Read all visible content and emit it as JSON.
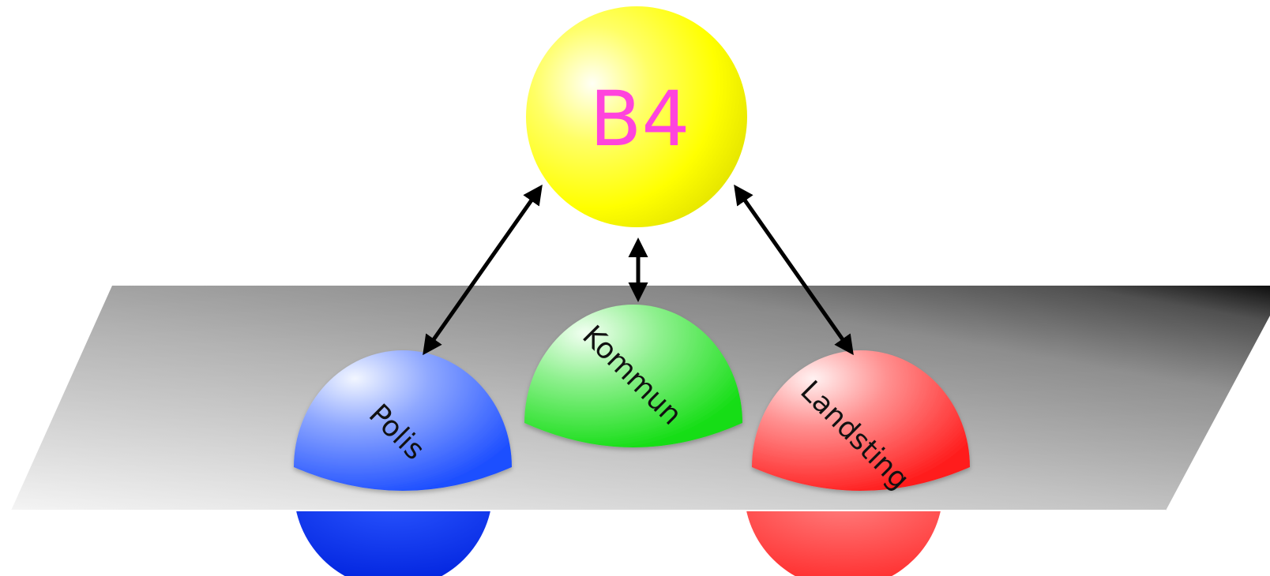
{
  "diagram": {
    "hub": {
      "label": "B4",
      "fill": "#FFFF00",
      "highlight": "#FFFFF2",
      "text_color": "#FF44DD"
    },
    "plane": {
      "fill_light": "#F2F2F2",
      "fill_mid": "#B8B8B8",
      "fill_dark": "#1A1A1A"
    },
    "nodes": [
      {
        "id": "polis",
        "label": "Polis",
        "fill": "#1E4FFF",
        "highlight": "#EEF3FF",
        "under": "#0022CC"
      },
      {
        "id": "kommun",
        "label": "Kommun",
        "fill": "#1EDB1E",
        "highlight": "#EFFFEF",
        "under": "#22CC44"
      },
      {
        "id": "landsting",
        "label": "Landsting",
        "fill": "#FF2222",
        "highlight": "#FFEFEF",
        "under": "#FF3333"
      }
    ],
    "connectors": [
      {
        "from": "hub",
        "to": "polis",
        "type": "bidirectional"
      },
      {
        "from": "hub",
        "to": "kommun",
        "type": "bidirectional"
      },
      {
        "from": "hub",
        "to": "landsting",
        "type": "bidirectional"
      }
    ],
    "arrow_color": "#000000"
  }
}
